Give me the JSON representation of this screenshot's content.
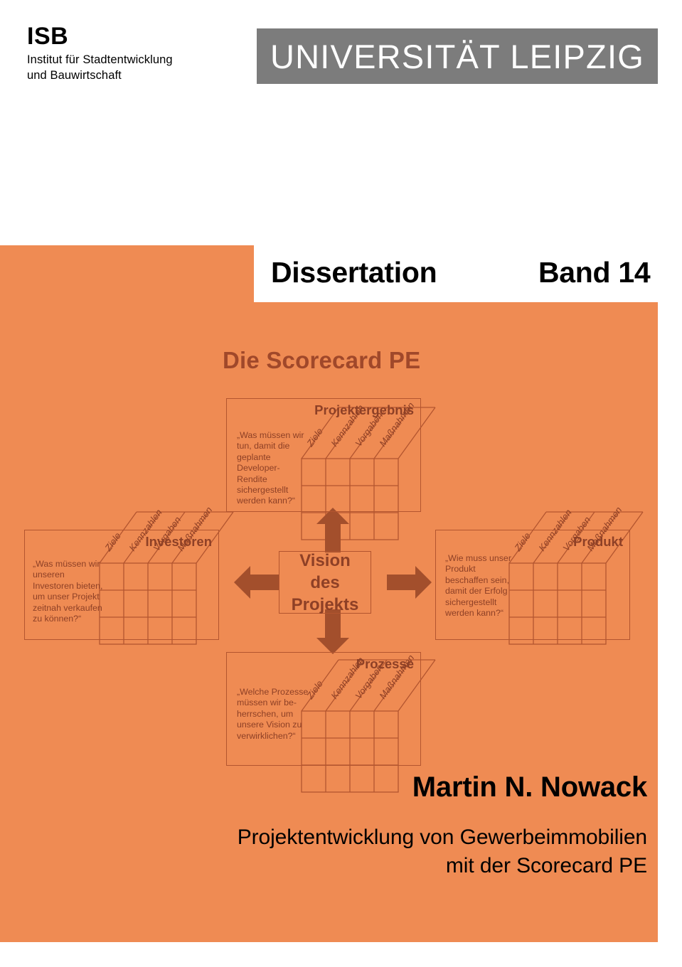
{
  "header": {
    "isb_acronym": "ISB",
    "isb_subtitle": "Institut für Stadtentwicklung\nund Bauwirtschaft",
    "university_banner": "UNIVERSITÄT LEIPZIG",
    "banner_bg_color": "#7c7c7c"
  },
  "cover": {
    "series_label": "Dissertation",
    "volume_label": "Band 14",
    "panel_color": "#ef8b53",
    "accent_text_color": "#a0482a",
    "author": "Martin N. Nowack",
    "subtitle_line1": "Projektentwicklung von Gewerbeimmobilien",
    "subtitle_line2": "mit der Scorecard PE"
  },
  "diagram": {
    "title": "Die Scorecard PE",
    "center": {
      "line1": "Vision",
      "line2": "des",
      "line3": "Projekts"
    },
    "column_headers": [
      "Ziele",
      "Kennzahlen",
      "Vorgaben",
      "Maßnahmen"
    ],
    "grid_rows": 3,
    "grid_cols": 4,
    "perspectives": [
      {
        "id": "projektergebnis",
        "title": "Projektergebnis",
        "question": "„Was müssen wir\ntun, damit die\ngeplante\nDeveloper-\nRendite\nsichergestellt\nwerden kann?“",
        "position": "top"
      },
      {
        "id": "investoren",
        "title": "Investoren",
        "question": "„Was müssen wir\nunseren\nInvestoren bieten,\num unser Projekt\nzeitnah verkaufen\nzu können?“",
        "position": "left"
      },
      {
        "id": "produkt",
        "title": "Produkt",
        "question": "„Wie muss unser\nProdukt\nbeschaffen sein,\ndamit der Erfolg\nsichergestellt\nwerden kann?“",
        "position": "right"
      },
      {
        "id": "prozesse",
        "title": "Prozesse",
        "question": "„Welche Prozesse\nmüssen wir be-\nherrschen, um\nunsere Vision zu\nverwirklichen?“",
        "position": "bottom"
      }
    ],
    "arrows": [
      {
        "id": "arrow-up",
        "direction": "up"
      },
      {
        "id": "arrow-left",
        "direction": "left"
      },
      {
        "id": "arrow-right",
        "direction": "right"
      },
      {
        "id": "arrow-down",
        "direction": "down"
      }
    ]
  }
}
